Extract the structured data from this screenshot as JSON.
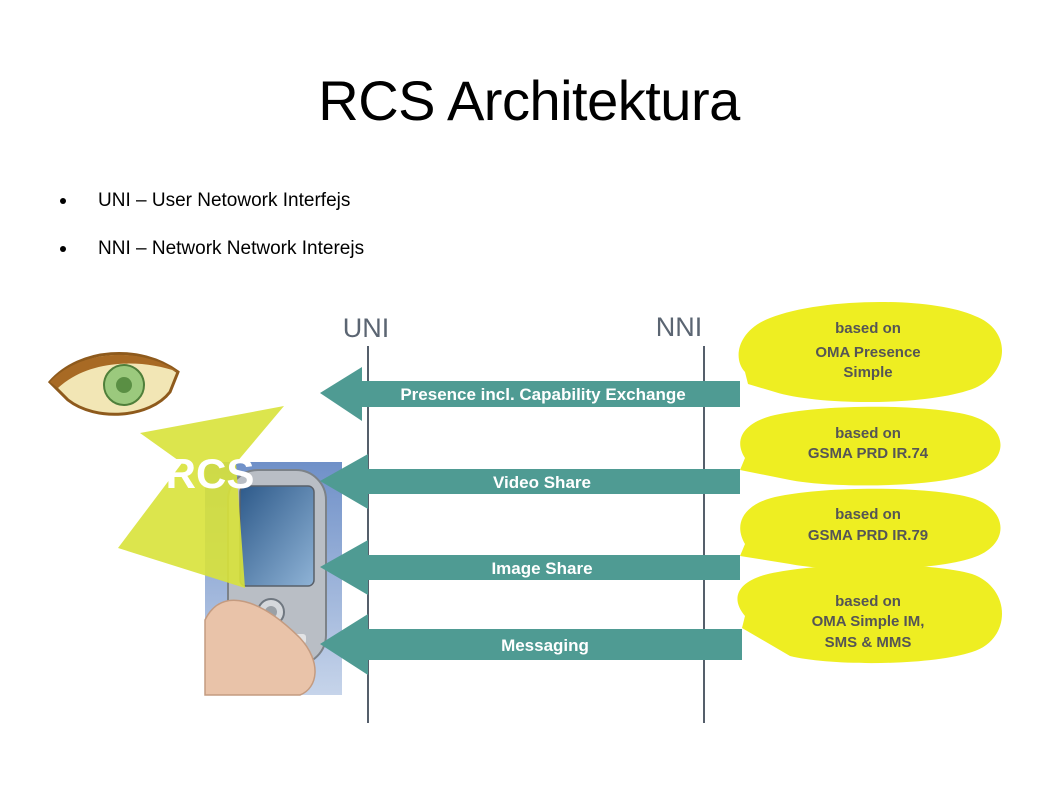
{
  "slide": {
    "title": "RCS Architektura",
    "bullets": [
      "UNI – User Netowork Interfejs",
      "NNI – Network Network Interejs"
    ]
  },
  "diagram": {
    "interfaces": {
      "uni": "UNI",
      "nni": "NNI"
    },
    "logo_text": "RCS",
    "arrows": [
      "Presence incl. Capability Exchange",
      "Video Share",
      "Image Share",
      "Messaging"
    ],
    "callouts": [
      [
        "based on",
        "OMA Presence",
        "Simple"
      ],
      [
        "based on",
        "GSMA PRD IR.74"
      ],
      [
        "based on",
        "GSMA PRD IR.79"
      ],
      [
        "based on",
        "OMA Simple IM,",
        "SMS & MMS"
      ]
    ],
    "colors": {
      "arrow": "#4f9b93",
      "callout": "#eeee22",
      "rcs_arrow": "#d8e23a",
      "interface_line": "#555f6b"
    }
  }
}
